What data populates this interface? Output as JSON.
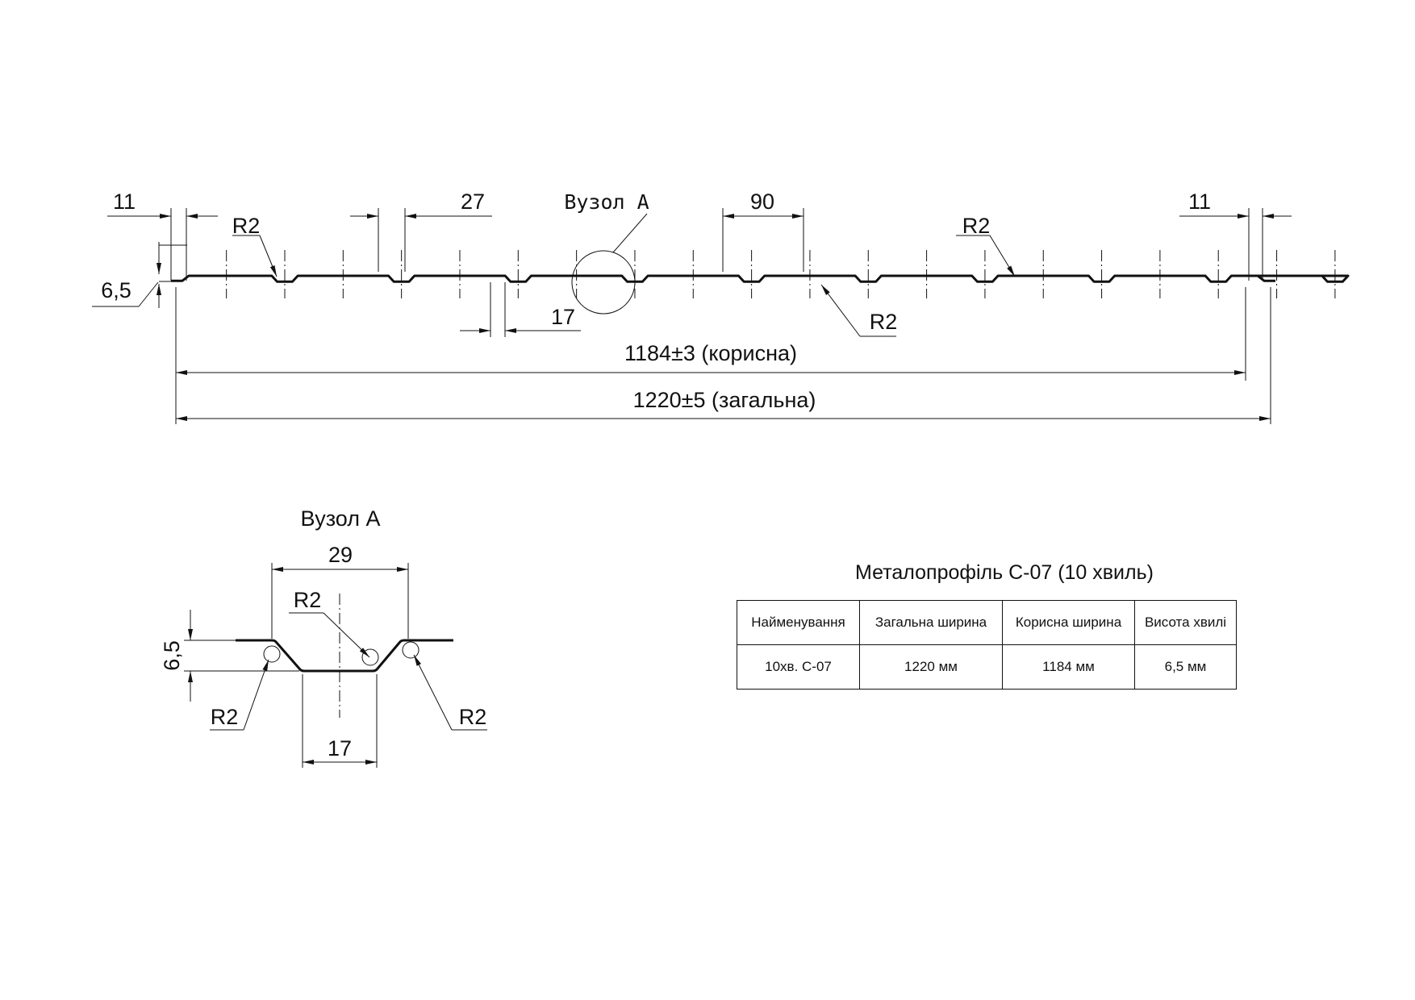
{
  "main_view": {
    "dim_edge_left": "11",
    "dim_edge_right": "11",
    "dim_top_flat": "27",
    "dim_pitch": "90",
    "dim_bottom": "17",
    "dim_height": "6,5",
    "radius_label": "R2",
    "node_label": "Вузол А",
    "dim_useful": "1184±3 (корисна)",
    "dim_total": "1220±5 (загальна)"
  },
  "detail_view": {
    "title": "Вузол А",
    "dim_top": "29",
    "dim_bottom": "17",
    "dim_height": "6,5",
    "radius_label": "R2"
  },
  "spec": {
    "title": "Металопрофіль С-07 (10 хвиль)",
    "columns": [
      "Найменування",
      "Загальна ширина",
      "Корисна ширина",
      "Висота хвилі"
    ],
    "rows": [
      [
        "10хв. С-07",
        "1220 мм",
        "1184 мм",
        "6,5 мм"
      ]
    ]
  },
  "profile": {
    "wave_count": 10,
    "width_total_mm": 1220,
    "width_useful_mm": 1184,
    "height_mm": 6.5,
    "pitch_mm": 90,
    "edge_mm": 11,
    "top_width_mm": 29,
    "bottom_width_mm": 17,
    "radius_mm": 2
  }
}
